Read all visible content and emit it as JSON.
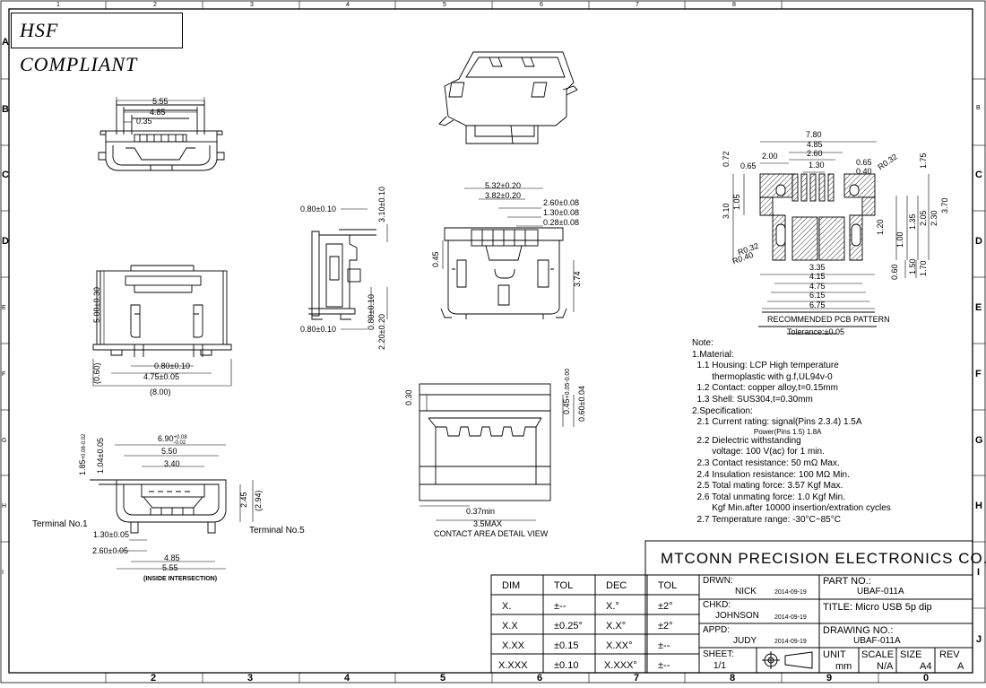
{
  "badge": "HSF COMPLIANT",
  "grid": {
    "top": [
      "1",
      "2",
      "3",
      "4",
      "5",
      "6",
      "7",
      "8"
    ],
    "bottom": [
      "2",
      "3",
      "4",
      "5",
      "6",
      "7",
      "8",
      "9",
      "0"
    ],
    "left": [
      "A",
      "B",
      "C",
      "D",
      "E",
      "F",
      "G",
      "H",
      "I"
    ],
    "right": [
      "B",
      "C",
      "D",
      "E",
      "F",
      "G",
      "H",
      "I",
      "J"
    ]
  },
  "top_view": {
    "d1": "5.55",
    "d2": "4.85",
    "d3": "0.35"
  },
  "front_view": {
    "d1": "5.00±0.30",
    "d2": "0.80±0.10",
    "d3": "4.75±0.05",
    "d4": "(8.00)",
    "d5": "(0.60)"
  },
  "bottom_view": {
    "d1": "6.90",
    "d1_tol_hi": "+0.08",
    "d1_tol_lo": "-0.02",
    "d2": "5.50",
    "d3": "3.40",
    "d4": "1.85",
    "d4_tol_hi": "+0.08",
    "d4_tol_lo": "-0.02",
    "d5": "1.04±0.05",
    "d6": "2.45",
    "d7": "(2.94)",
    "term1": "Terminal No.1",
    "term5": "Terminal No.5",
    "d8": "1.30±0.05",
    "d9": "2.60±0.05",
    "d10": "4.85",
    "d11": "5.55",
    "note": "(INSIDE INTERSECTION)"
  },
  "side_view": {
    "d1": "0.80±0.10",
    "d2": "3.10±0.10",
    "d3": "0.80±0.10",
    "d4": "2.20±0.20",
    "d5": "0.80±0.10"
  },
  "center_view": {
    "d1": "5.32±0.20",
    "d2": "3.82±0.20",
    "d3": "2.60±0.08",
    "d4": "1.30±0.08",
    "d5": "0.28±0.08",
    "d6": "0.45",
    "d7": "3.74"
  },
  "contact_detail": {
    "d1": "0.30",
    "d2": "0.45",
    "d2_tol_hi": "+0.05",
    "d2_tol_lo": "-0.00",
    "d3": "0.60±0.04",
    "d4": "0.37min",
    "d5": "3.5MAX",
    "title": "CONTACT AREA DETAIL VIEW"
  },
  "pcb": {
    "d1": "7.80",
    "d2": "4.85",
    "d3": "2.60",
    "d4": "2.00",
    "d5": "1.30",
    "d6": "0.65",
    "d7": "0.65",
    "d8": "0.40",
    "d9": "R0.32",
    "d10": "1.75",
    "d11": "0.72",
    "d12": "3.10",
    "d13": "1.05",
    "d14": "1.20",
    "d15": "1.00",
    "d16": "1.35",
    "d17": "2.05",
    "d18": "2.30",
    "d19": "3.70",
    "d20": "R0.32",
    "d21": "R0.40",
    "d22": "0.60",
    "d23": "1.50",
    "d24": "1.70",
    "d25": "3.35",
    "d26": "4.15",
    "d27": "4.75",
    "d28": "6.15",
    "d29": "6.75",
    "title": "RECOMMENDED PCB PATTERN",
    "tolerance": "Tolerance:±0.05"
  },
  "notes": [
    "Note:",
    "1.Material:",
    "  1.1 Housing: LCP High temperature",
    "        thermoplastic with g.f,UL94v-0",
    "  1.2 Contact: copper alloy,t=0.15mm",
    "  1.3 Shell: SUS304,t=0.30mm",
    "2.Specification:",
    "  2.1 Current rating: signal(Pins 2.3.4) 1.5A",
    "                               Power(Pins 1.5) 1.8A",
    "  2.2 Dielectric withstanding",
    "        voltage: 100 V(ac) for 1 min.",
    "  2.3 Contact resistance: 50 mΩ Max.",
    "  2.4 Insulation resistance: 100 MΩ Min.",
    "  2.5 Total mating force: 3.57 Kgf Max.",
    "  2.6 Total unmating force: 1.0 Kgf Min.",
    "        Kgf Min.after 10000 insertion/extration cycles",
    "  2.7 Temperature range: -30°C~85°C"
  ],
  "company": "MTCONN PRECISION ELECTRONICS CO.,LTD",
  "tol_table": {
    "headers": [
      "DIM",
      "TOL",
      "DEC",
      "TOL"
    ],
    "rows": [
      [
        "X.",
        "±--",
        "X.°",
        "±2°"
      ],
      [
        "X.X",
        "±0.25°",
        "X.X°",
        "±2°"
      ],
      [
        "X.XX",
        "±0.15",
        "X.XX°",
        "±--"
      ],
      [
        "X.XXX",
        "±0.10",
        "X.XXX°",
        "±--"
      ]
    ]
  },
  "title_block": {
    "drwn_label": "DRWN:",
    "drwn": "NICK",
    "drwn_date": "2014-09-19",
    "chkd_label": "CHKD:",
    "chkd": "JOHNSON",
    "chkd_date": "2014-09-19",
    "appd_label": "APPD:",
    "appd": "JUDY",
    "appd_date": "2014-09-19",
    "sheet_label": "SHEET:",
    "sheet": "1/1",
    "part_label": "PART NO.:",
    "part": "UBAF-011A",
    "title_label": "TITLE:",
    "title": "Micro USB 5p dip",
    "dwg_label": "DRAWING NO.:",
    "dwg": "UBAF-011A",
    "unit_label": "UNIT",
    "unit": "mm",
    "scale_label": "SCALE",
    "scale": "N/A",
    "size_label": "SIZE",
    "size": "A4",
    "rev_label": "REV",
    "rev": "A"
  }
}
